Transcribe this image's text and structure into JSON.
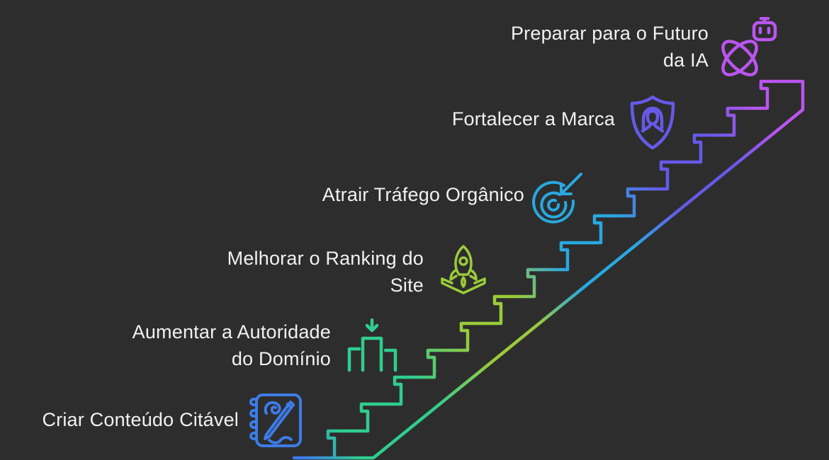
{
  "background_color": "#2d2d2d",
  "text_color": "#f1f1f1",
  "palette": {
    "blue": "#3D7CE8",
    "emerald": "#2FCD8E",
    "lime": "#9BCB3A",
    "cyan": "#29A8E0",
    "violet": "#6659E8",
    "purple": "#BA55EF"
  },
  "steps": [
    {
      "id": 1,
      "lines": [
        "Criar Conteúdo Citável"
      ],
      "icon": "notebook-pen-icon",
      "color_key": "blue"
    },
    {
      "id": 2,
      "lines": [
        "Aumentar a Autoridade",
        "do Domínio"
      ],
      "icon": "podium-arrow-icon",
      "color_key": "emerald"
    },
    {
      "id": 3,
      "lines": [
        "Melhorar o Ranking do",
        "Site"
      ],
      "icon": "rocket-launch-icon",
      "color_key": "lime"
    },
    {
      "id": 4,
      "lines": [
        "Atrair Tráfego Orgânico"
      ],
      "icon": "target-arrow-icon",
      "color_key": "cyan"
    },
    {
      "id": 5,
      "lines": [
        "Fortalecer a Marca"
      ],
      "icon": "shield-person-icon",
      "color_key": "violet"
    },
    {
      "id": 6,
      "lines": [
        "Preparar para o Futuro",
        "da IA"
      ],
      "icon": "ai-atom-robot-icon",
      "color_key": "purple"
    }
  ],
  "staircase": {
    "step_count": 14,
    "direction": "ascends from bottom-left to top-right",
    "gradient_order": [
      "blue",
      "emerald",
      "lime",
      "cyan",
      "violet",
      "purple"
    ]
  }
}
